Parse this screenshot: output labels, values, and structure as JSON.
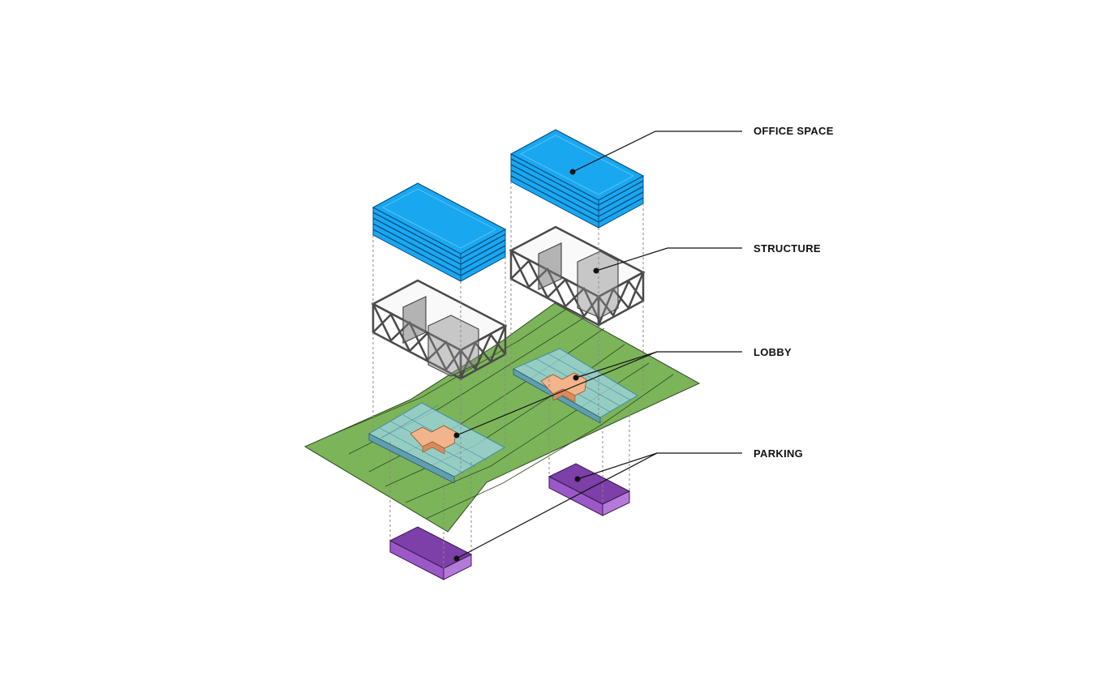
{
  "labels": {
    "office_space": "OFFICE SPACE",
    "structure": "STRUCTURE",
    "lobby": "LOBBY",
    "parking": "PARKING"
  },
  "colors": {
    "office": "#19a8f0",
    "office_edge": "#0a4f86",
    "structure": "#4a4a4a",
    "ground": "#7cb45a",
    "lobby": "#f2b48a",
    "glass": "#9fd6e6",
    "parking": "#9b59c8",
    "leader": "#111111"
  }
}
